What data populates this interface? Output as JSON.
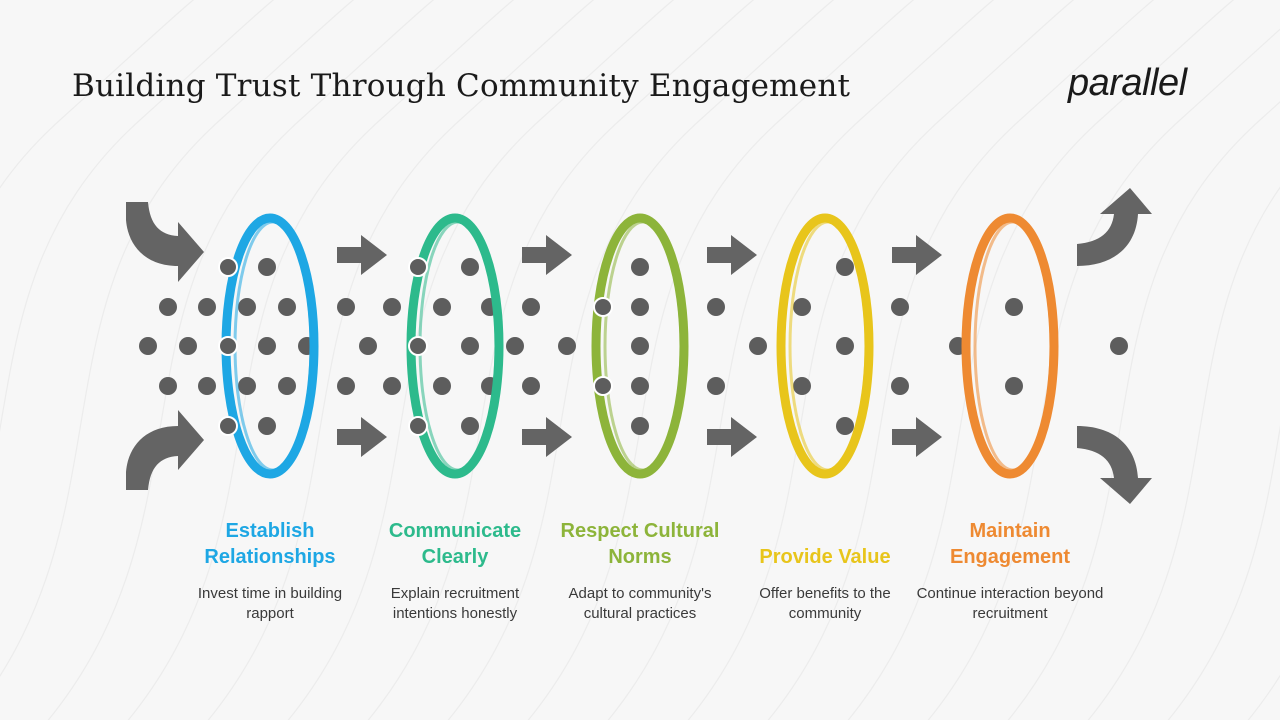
{
  "title": "Building Trust Through Community Engagement",
  "logo": "parallel",
  "colors": {
    "background": "#f7f7f7",
    "arrow": "#646464",
    "dot": "#5d5d5d"
  },
  "steps": [
    {
      "title": "Establish Relationships",
      "description": "Invest time in building rapport",
      "color": "#1ea7e4"
    },
    {
      "title": "Communicate Clearly",
      "description": "Explain recruitment intentions honestly",
      "color": "#2dba8c"
    },
    {
      "title": "Respect Cultural Norms",
      "description": "Adapt to community's cultural practices",
      "color": "#8db43a"
    },
    {
      "title": "Provide Value",
      "description": "Offer benefits to the community",
      "color": "#e8c51b"
    },
    {
      "title": "Maintain Engagement",
      "description": "Continue interaction beyond recruitment",
      "color": "#ee8a32"
    }
  ],
  "chart_data": {
    "type": "diagram",
    "stages": [
      "Establish Relationships",
      "Communicate Clearly",
      "Respect Cultural Norms",
      "Provide Value",
      "Maintain Engagement"
    ],
    "particles_passing": [
      5,
      4,
      3,
      2,
      1
    ]
  }
}
